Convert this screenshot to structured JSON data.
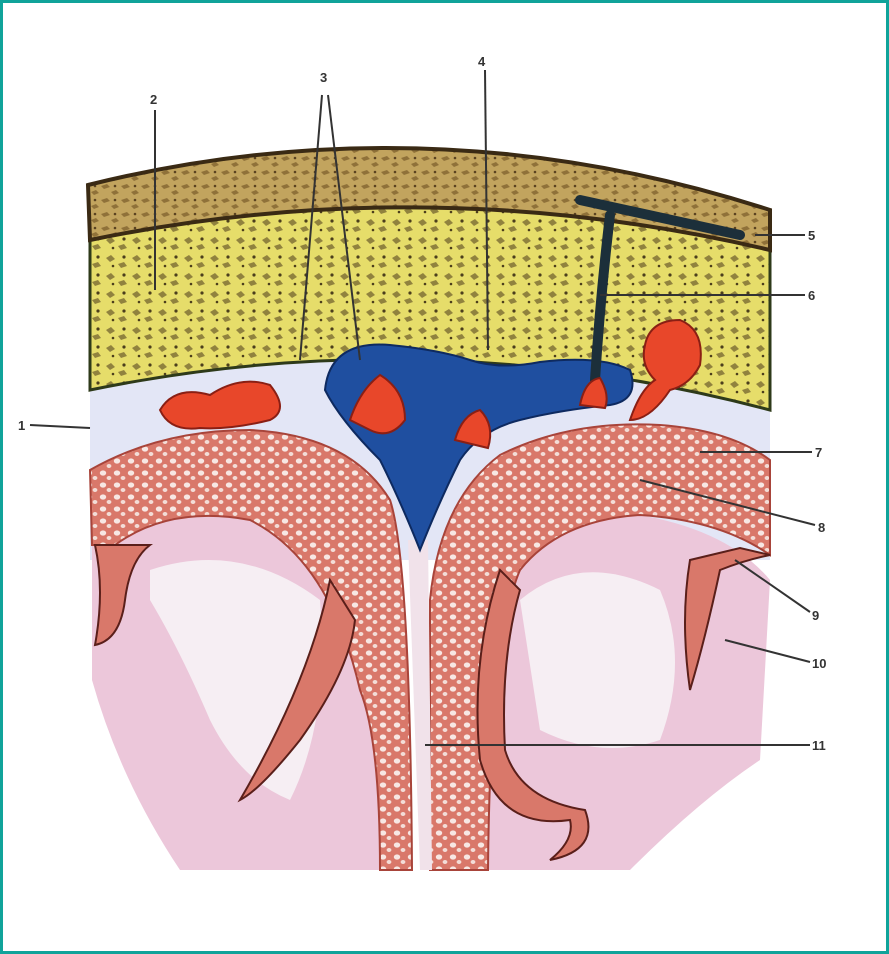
{
  "figure": {
    "labels": [
      "1",
      "2",
      "3",
      "4",
      "5",
      "6",
      "7",
      "8",
      "9",
      "10",
      "11"
    ]
  },
  "colors": {
    "frame": "#10a39a",
    "scalp": "#b89a55",
    "bone": "#e8e070",
    "dura_vessel": "#1f4fa0",
    "arachnoid_granulation": "#e8472a",
    "subarachnoid_space": "#dfe3f5",
    "pia_cortex": "#d9786a",
    "gray_matter": "#e8c2d6"
  }
}
